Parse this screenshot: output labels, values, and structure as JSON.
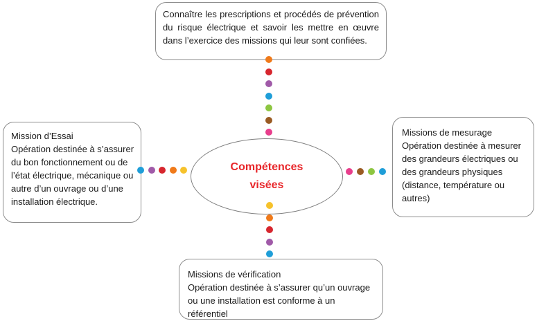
{
  "center": {
    "line1": "Compétences",
    "line2": "visées",
    "color": "#e8262a"
  },
  "boxes": {
    "top": {
      "body": "Connaître les prescriptions et procédés de prévention du risque électrique et savoir les mettre en œuvre dans l’exercice des missions qui leur sont confiées."
    },
    "left": {
      "title": "Mission d’Essai",
      "body": "Opération destinée à s’assurer du bon fonctionnement ou de l’état électrique, mécanique ou autre d’un ouvrage ou d’une installation électrique."
    },
    "right": {
      "title": "Missions de mesurage",
      "body": "Opération destinée à mesurer des grandeurs électriques ou des grandeurs physiques (distance, température ou autres)"
    },
    "bottom": {
      "title": "Missions de vérification",
      "body": "Opération destinée à s’assurer qu’un ouvrage ou une installation est conforme à un référentiel"
    }
  },
  "connector_colors": {
    "top": [
      "#f07a1a",
      "#d7262e",
      "#a05aa8",
      "#1f9ed8",
      "#8dc641",
      "#9a5b23",
      "#e83e8c"
    ],
    "bottom": [
      "#f6c22b",
      "#f07a1a",
      "#d7262e",
      "#a05aa8",
      "#1f9ed8"
    ],
    "left": [
      "#1f9ed8",
      "#a05aa8",
      "#d7262e",
      "#f07a1a",
      "#f6c22b"
    ],
    "right": [
      "#e83e8c",
      "#9a5b23",
      "#8dc641",
      "#1f9ed8"
    ]
  }
}
